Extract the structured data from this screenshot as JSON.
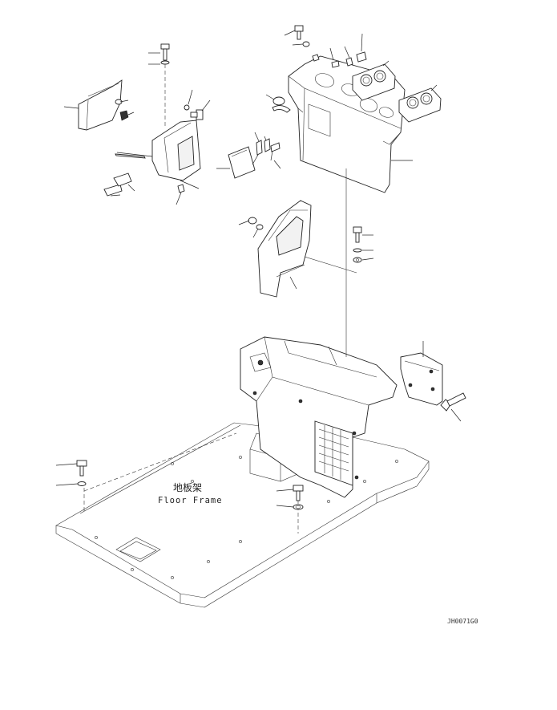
{
  "labels": {
    "floor_frame_cn": "地板架",
    "floor_frame_en": "Floor Frame",
    "drawing_code": "JH0071G0"
  }
}
